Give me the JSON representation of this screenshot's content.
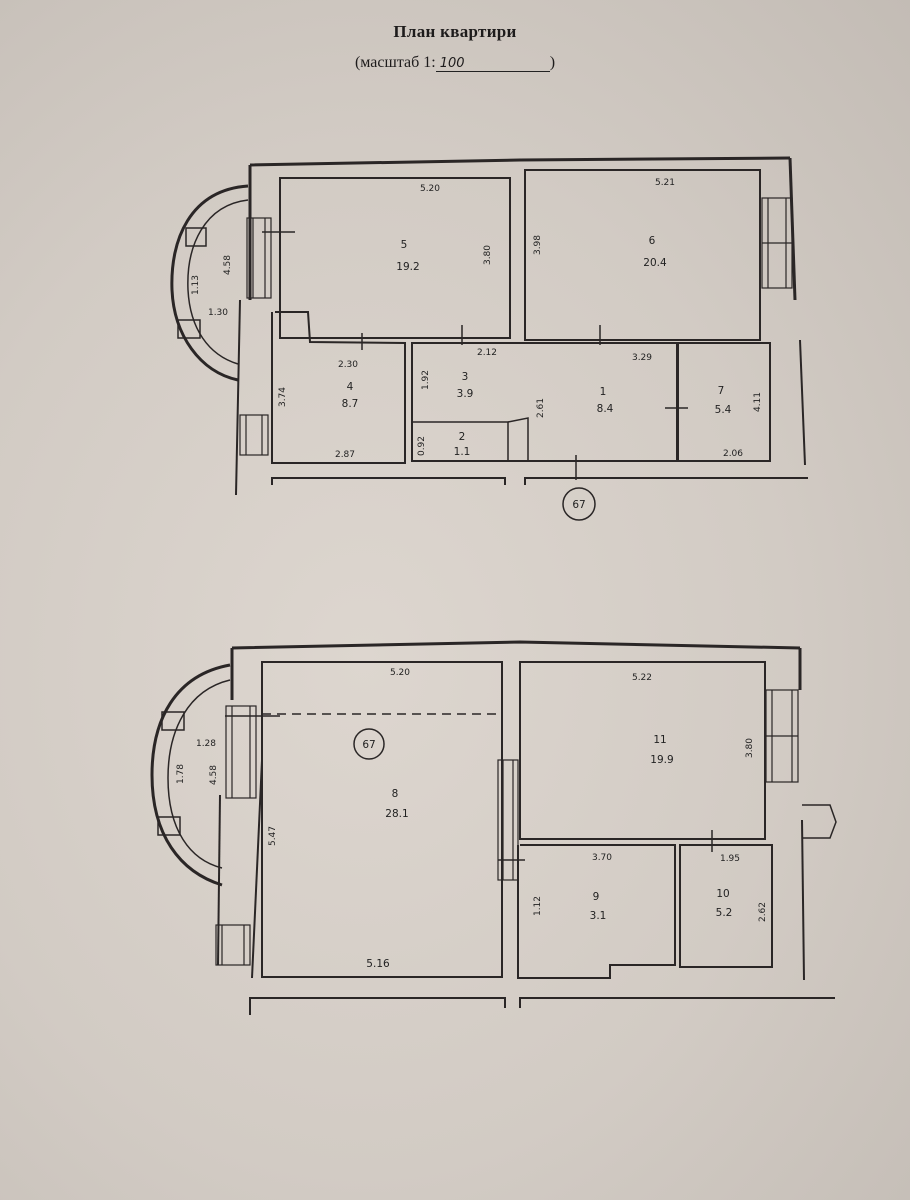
{
  "title": "План квартири",
  "scale": {
    "prefix": "(масштаб 1:",
    "value": "100",
    "suffix": ")"
  },
  "plans": [
    {
      "marker": "67",
      "rooms": [
        {
          "number": "1",
          "area": "8.4"
        },
        {
          "number": "2",
          "area": "1.1"
        },
        {
          "number": "3",
          "area": "3.9"
        },
        {
          "number": "4",
          "area": "8.7"
        },
        {
          "number": "5",
          "area": "19.2"
        },
        {
          "number": "6",
          "area": "20.4"
        },
        {
          "number": "7",
          "area": "5.4"
        }
      ],
      "balcony_label": "1.30",
      "dimensions": [
        "5.20",
        "5.21",
        "3.80",
        "3.98",
        "2.30",
        "2.12",
        "3.29",
        "3.74",
        "2.87",
        "1.92",
        "0.92",
        "4.11",
        "2.06",
        "2.61",
        "1.13",
        "4.58"
      ]
    },
    {
      "marker": "67",
      "rooms": [
        {
          "number": "8",
          "area": "28.1"
        },
        {
          "number": "9",
          "area": "3.1"
        },
        {
          "number": "10",
          "area": "5.2"
        },
        {
          "number": "11",
          "area": "19.9"
        }
      ],
      "balcony_label": "",
      "dimensions": [
        "5.20",
        "5.22",
        "5.47",
        "5.16",
        "3.80",
        "3.70",
        "1.95",
        "1.28",
        "1.78",
        "4.58",
        "2.62",
        "1.12"
      ]
    }
  ]
}
